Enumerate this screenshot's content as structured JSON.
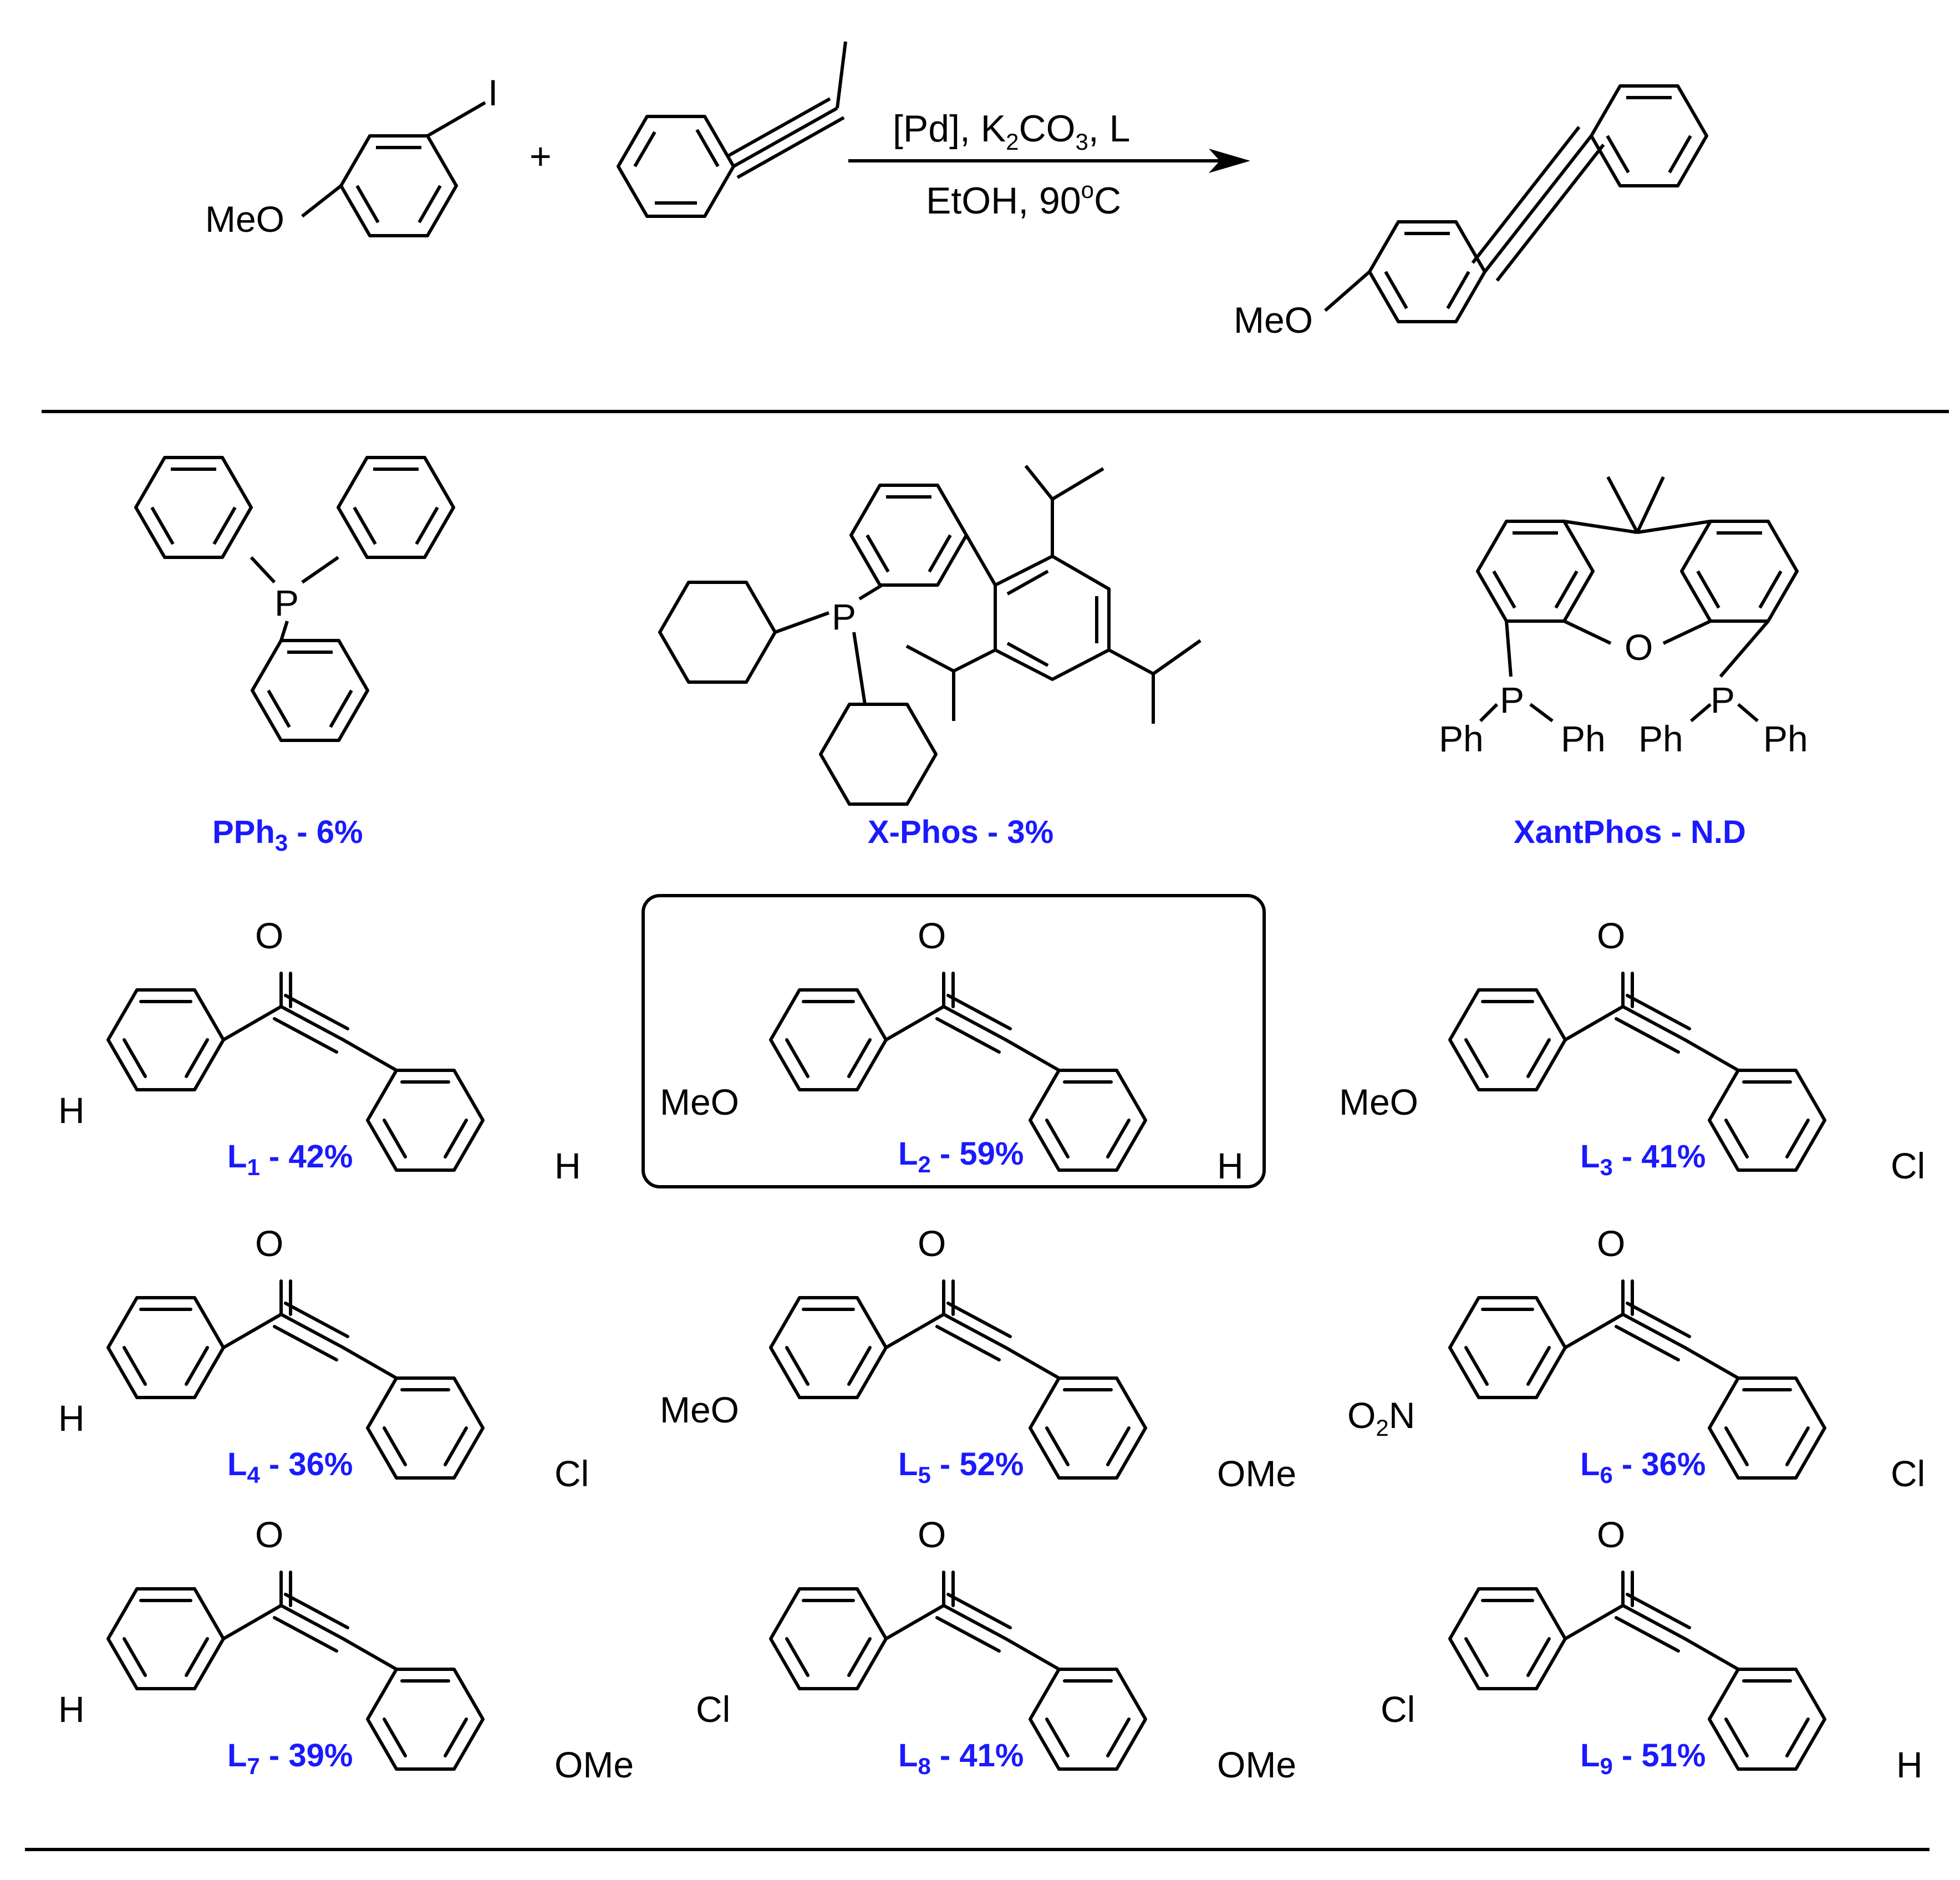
{
  "reaction": {
    "plus": "+",
    "reagent1": {
      "substituent": "MeO",
      "leaving": "I"
    },
    "conditions_top": {
      "a": "[Pd], K",
      "b": "2",
      "c": "CO",
      "d": "3",
      "e": ", L"
    },
    "conditions_bottom": {
      "a": "EtOH, 90",
      "b": "o",
      "c": "C"
    },
    "product": {
      "substituent": "MeO"
    }
  },
  "atoms": {
    "P": "P",
    "Ph": "Ph",
    "O": "O",
    "H": "H",
    "Cl": "Cl",
    "MeO": "MeO",
    "OMe": "OMe",
    "O2N_a": "O",
    "O2N_b": "2",
    "O2N_c": "N"
  },
  "colors": {
    "label": "#1a1aff",
    "ink": "#000000"
  },
  "phosphine_ligands": [
    {
      "name": "PPh",
      "sub": "3",
      "result": " - 6%"
    },
    {
      "name": "X-Phos",
      "sub": "",
      "result": " - 3%"
    },
    {
      "name": "XantPhos",
      "sub": "",
      "result": " - N.D"
    }
  ],
  "ynone_ligands": [
    {
      "name": "L",
      "sub": "1",
      "result": " - 42%",
      "left": "H",
      "right": "H"
    },
    {
      "name": "L",
      "sub": "2",
      "result": " - 59%",
      "left": "MeO",
      "right": "H",
      "highlighted": true
    },
    {
      "name": "L",
      "sub": "3",
      "result": " - 41%",
      "left": "MeO",
      "right": "Cl"
    },
    {
      "name": "L",
      "sub": "4",
      "result": " - 36%",
      "left": "H",
      "right": "Cl"
    },
    {
      "name": "L",
      "sub": "5",
      "result": " - 52%",
      "left": "MeO",
      "right": "OMe"
    },
    {
      "name": "L",
      "sub": "6",
      "result": " - 36%",
      "left": "O2N",
      "right": "Cl"
    },
    {
      "name": "L",
      "sub": "7",
      "result": " - 39%",
      "left": "H",
      "right": "OMe"
    },
    {
      "name": "L",
      "sub": "8",
      "result": " - 41%",
      "left": "Cl",
      "right": "OMe"
    },
    {
      "name": "L",
      "sub": "9",
      "result": " - 51%",
      "left": "Cl",
      "right": "H"
    }
  ]
}
